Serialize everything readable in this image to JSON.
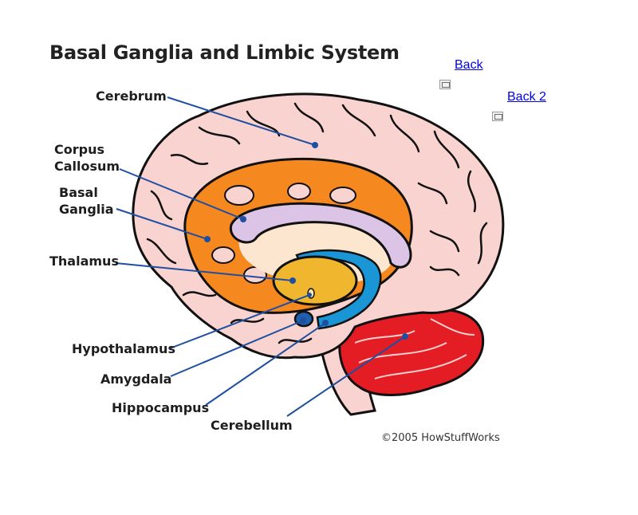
{
  "diagram": {
    "title": "Basal Ganglia and Limbic System",
    "labels": {
      "cerebrum": "Cerebrum",
      "corpus_callosum_line1": "Corpus",
      "corpus_callosum_line2": "Callosum",
      "basal_ganglia_line1": "Basal",
      "basal_ganglia_line2": "Ganglia",
      "thalamus": "Thalamus",
      "hypothalamus": "Hypothalamus",
      "amygdala": "Amygdala",
      "hippocampus": "Hippocampus",
      "cerebellum": "Cerebellum"
    },
    "copyright": "©2005 HowStuffWorks",
    "colors": {
      "cerebrum": "#f9d3cf",
      "basal_ganglia": "#f5881f",
      "corpus_callosum": "#dcc4e6",
      "thalamus": "#f0b72e",
      "hippocampus": "#1a96d6",
      "amygdala": "#1f5fae",
      "cerebellum": "#e41c24",
      "brainstem": "#f9d3cf",
      "pointer_line": "#1f4fa0"
    }
  },
  "nav": {
    "back_label": "Back",
    "back2_label": "Back 2",
    "broken_image_icon": "broken-image-icon"
  }
}
